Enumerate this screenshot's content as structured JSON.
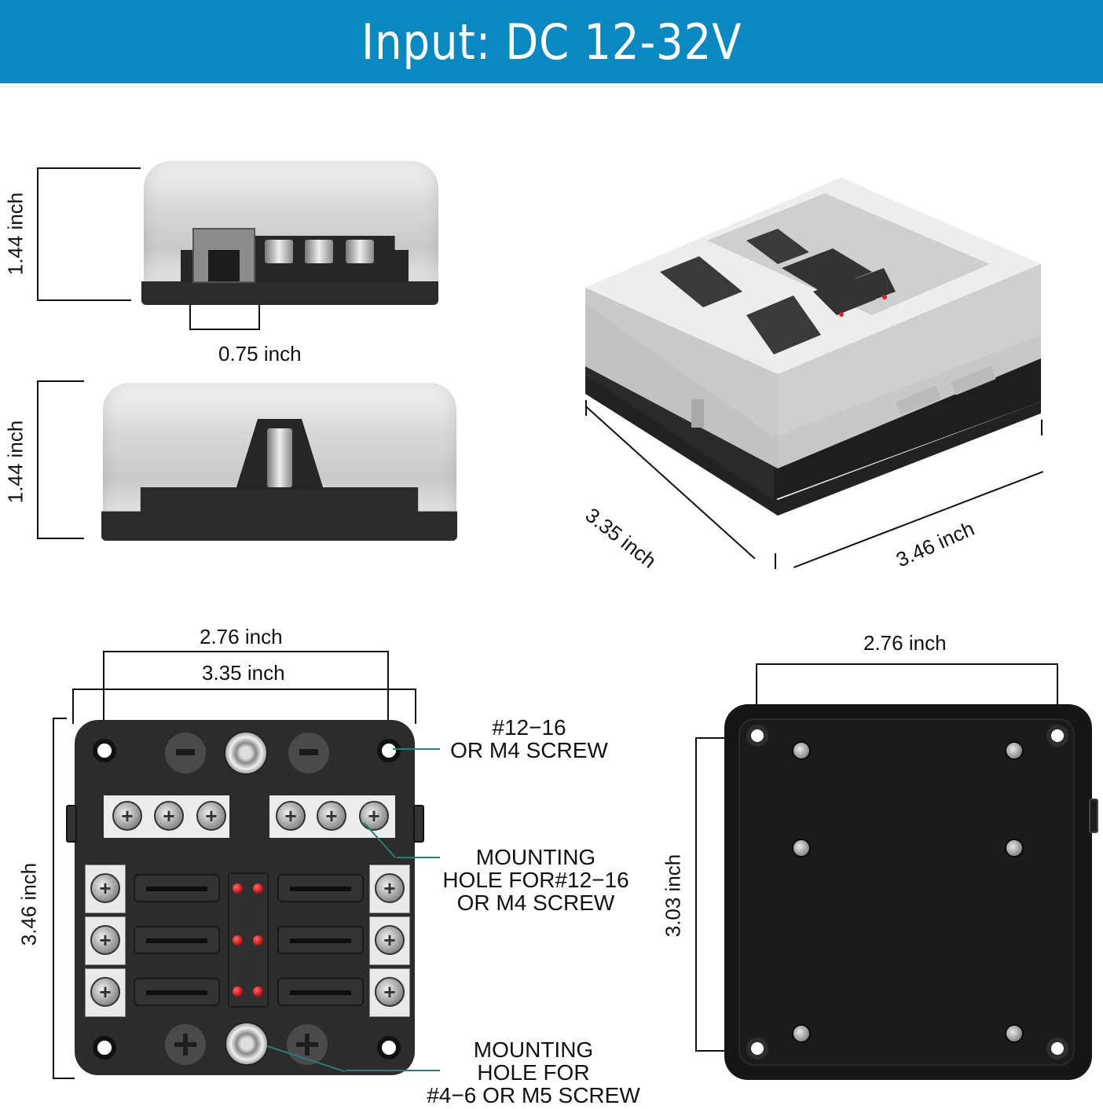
{
  "banner": {
    "title": "Input: DC 12-32V",
    "background_color": "#0b88bf",
    "text_color": "#ffffff"
  },
  "side_view_1": {
    "height_label": "1.44 inch",
    "slot_width_label": "0.75 inch"
  },
  "side_view_2": {
    "height_label": "1.44 inch"
  },
  "iso_view": {
    "depth_label": "3.35 inch",
    "width_label": "3.46 inch"
  },
  "top_view": {
    "hole_spacing_label": "2.76 inch",
    "overall_width_label": "3.35 inch",
    "height_label": "3.46 inch",
    "callouts": [
      {
        "lines": [
          "#12−16",
          "OR M4 SCREW"
        ]
      },
      {
        "lines": [
          "MOUNTING",
          "HOLE FOR#12−16",
          "OR M4 SCREW"
        ]
      },
      {
        "lines": [
          "MOUNTING",
          "HOLE FOR",
          "#4−6 OR M5 SCREW"
        ]
      }
    ],
    "fuse_slots": 6,
    "led_indicators": 6,
    "callout_line_color": "#2a7d74",
    "led_color": "#c11818"
  },
  "bottom_view": {
    "hole_spacing_label": "2.76 inch",
    "height_label": "3.03 inch"
  }
}
